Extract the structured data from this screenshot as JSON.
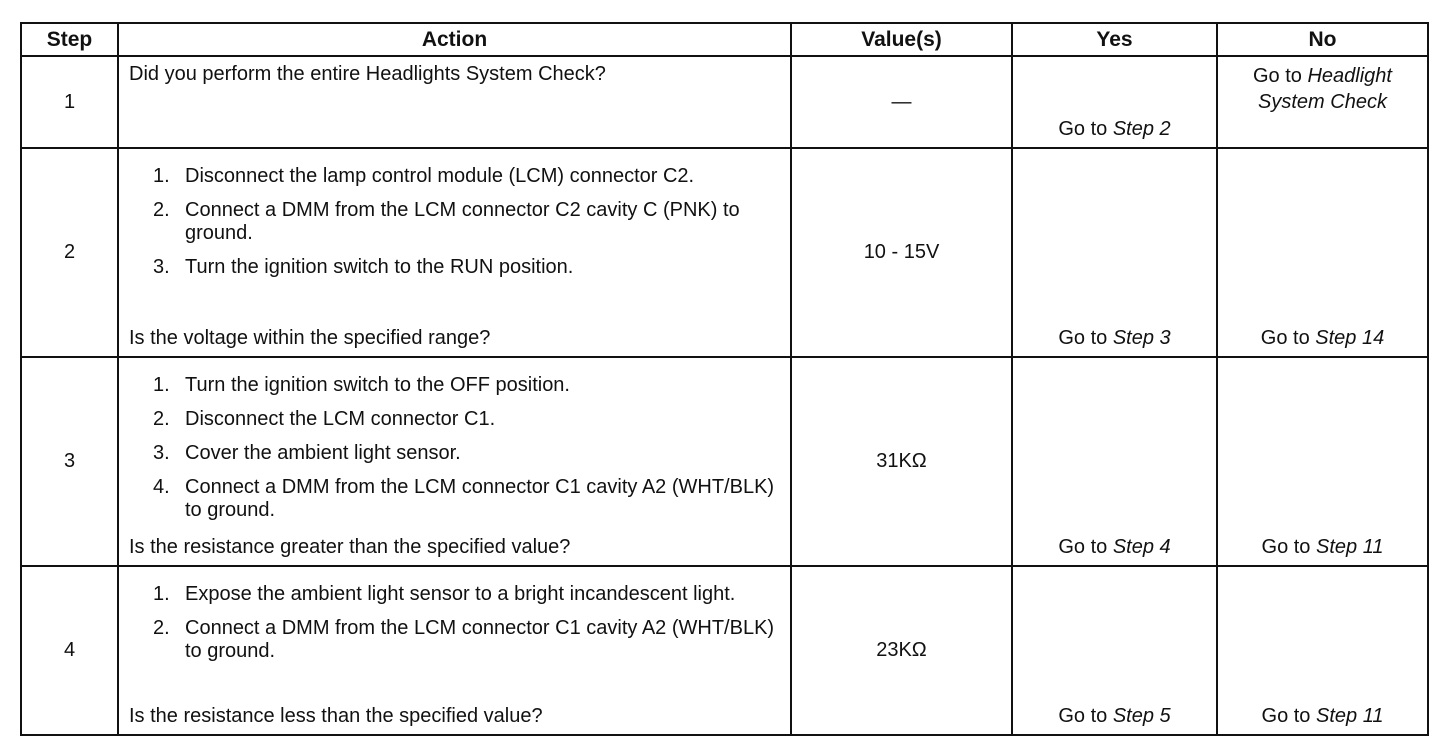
{
  "headers": {
    "step": "Step",
    "action": "Action",
    "values": "Value(s)",
    "yes": "Yes",
    "no": "No"
  },
  "rows": [
    {
      "step": "1",
      "question": "Did you perform the entire Headlights System Check?",
      "value": "—",
      "yes_prefix": "Go to ",
      "yes_target": "Step 2",
      "no_prefix": "Go to ",
      "no_target_line1": "Headlight",
      "no_target_line2": "System Check"
    },
    {
      "step": "2",
      "actions": [
        {
          "num": "1.",
          "text": "Disconnect the lamp control module (LCM) connector C2."
        },
        {
          "num": "2.",
          "text": "Connect a DMM from the LCM connector C2 cavity C (PNK) to ground."
        },
        {
          "num": "3.",
          "text": "Turn the ignition switch to the RUN position."
        }
      ],
      "question": "Is the voltage within the specified range?",
      "value": "10 - 15V",
      "yes_prefix": "Go to ",
      "yes_target": "Step 3",
      "no_prefix": "Go to ",
      "no_target": "Step 14"
    },
    {
      "step": "3",
      "actions": [
        {
          "num": "1.",
          "text": "Turn the ignition switch to the OFF position."
        },
        {
          "num": "2.",
          "text": "Disconnect the LCM connector C1."
        },
        {
          "num": "3.",
          "text": "Cover the ambient light sensor."
        },
        {
          "num": "4.",
          "text": "Connect a DMM from the LCM connector C1 cavity A2 (WHT/BLK) to ground."
        }
      ],
      "question": "Is the resistance greater than the specified value?",
      "value": "31KΩ",
      "yes_prefix": "Go to ",
      "yes_target": "Step 4",
      "no_prefix": "Go to ",
      "no_target": "Step 11"
    },
    {
      "step": "4",
      "actions": [
        {
          "num": "1.",
          "text": "Expose the ambient light sensor to a bright incandescent light."
        },
        {
          "num": "2.",
          "text": "Connect a DMM from the LCM connector C1 cavity A2 (WHT/BLK) to ground."
        }
      ],
      "question": "Is the resistance less than the specified value?",
      "value": "23KΩ",
      "yes_prefix": "Go to ",
      "yes_target": "Step 5",
      "no_prefix": "Go to ",
      "no_target": "Step 11"
    }
  ]
}
